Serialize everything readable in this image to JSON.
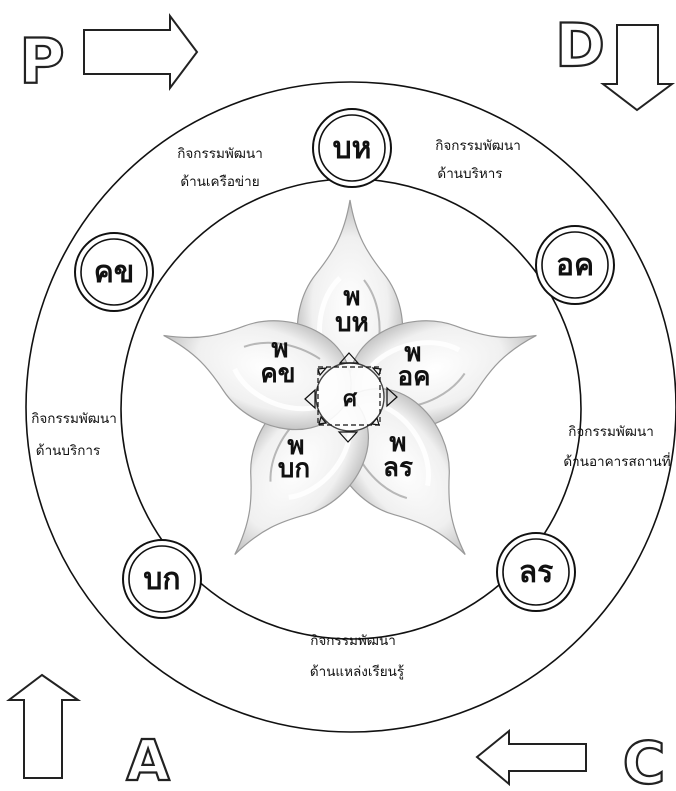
{
  "corners": {
    "p": "P",
    "d": "D",
    "a": "A",
    "c": "C"
  },
  "badges": {
    "top": "บห",
    "upper_right": "อค",
    "lower_right": "ลร",
    "lower_left": "บก",
    "upper_left": "คข"
  },
  "activities": {
    "top_left": [
      "กิจกรรมพัฒนา",
      "ด้านเครือข่าย"
    ],
    "top_right": [
      "กิจกรรมพัฒนา",
      "ด้านบริหาร"
    ],
    "left": [
      "กิจกรรมพัฒนา",
      "ด้านบริการ"
    ],
    "right": [
      "กิจกรรมพัฒนา",
      "ด้านอาคารสถานที่"
    ],
    "bottom": [
      "กิจกรรมพัฒนา",
      "ด้านแหล่งเรียนรู้"
    ]
  },
  "petals": {
    "top": [
      "พ",
      "บห"
    ],
    "upper_right": [
      "พ",
      "อค"
    ],
    "lower_right": [
      "พ",
      "ลร"
    ],
    "lower_left": [
      "พ",
      "บก"
    ],
    "upper_left": [
      "พ",
      "คข"
    ]
  },
  "center": "ศ"
}
